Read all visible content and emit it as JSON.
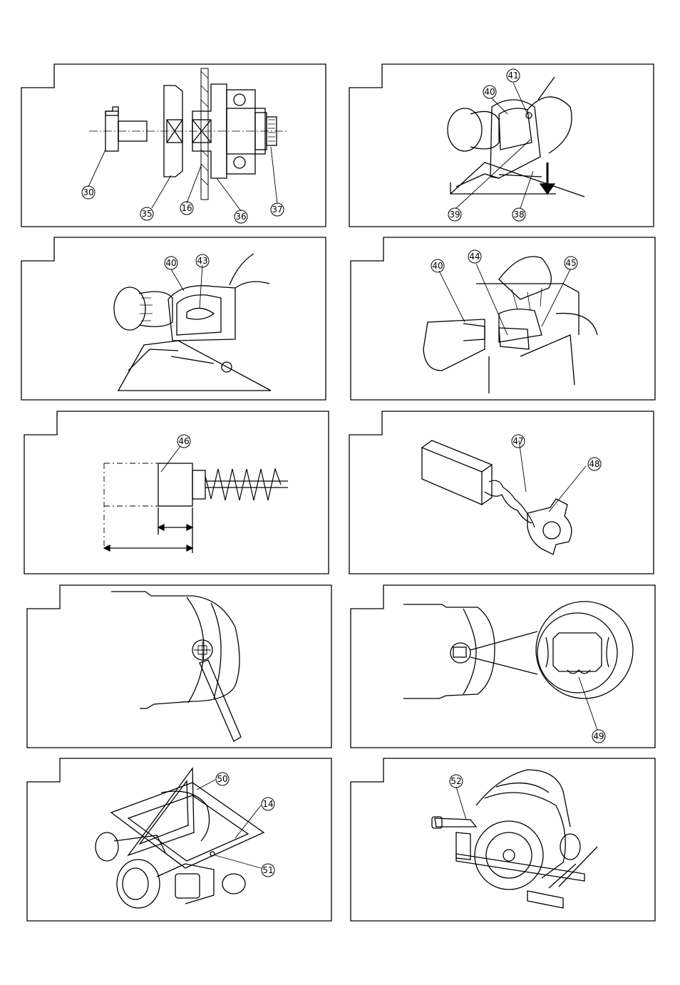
{
  "figures": [
    {
      "id": "fig-1",
      "callouts": [
        "30",
        "35",
        "16",
        "36",
        "37"
      ]
    },
    {
      "id": "fig-2",
      "callouts": [
        "41",
        "40",
        "39",
        "38"
      ]
    },
    {
      "id": "fig-3",
      "callouts": [
        "40",
        "43"
      ]
    },
    {
      "id": "fig-4",
      "callouts": [
        "40",
        "44",
        "45"
      ]
    },
    {
      "id": "fig-5",
      "callouts": [
        "46"
      ]
    },
    {
      "id": "fig-6",
      "callouts": [
        "47",
        "48"
      ]
    },
    {
      "id": "fig-7",
      "callouts": []
    },
    {
      "id": "fig-8",
      "callouts": [
        "49"
      ]
    },
    {
      "id": "fig-9",
      "callouts": [
        "50",
        "14",
        "51"
      ]
    },
    {
      "id": "fig-10",
      "callouts": [
        "52"
      ]
    }
  ]
}
